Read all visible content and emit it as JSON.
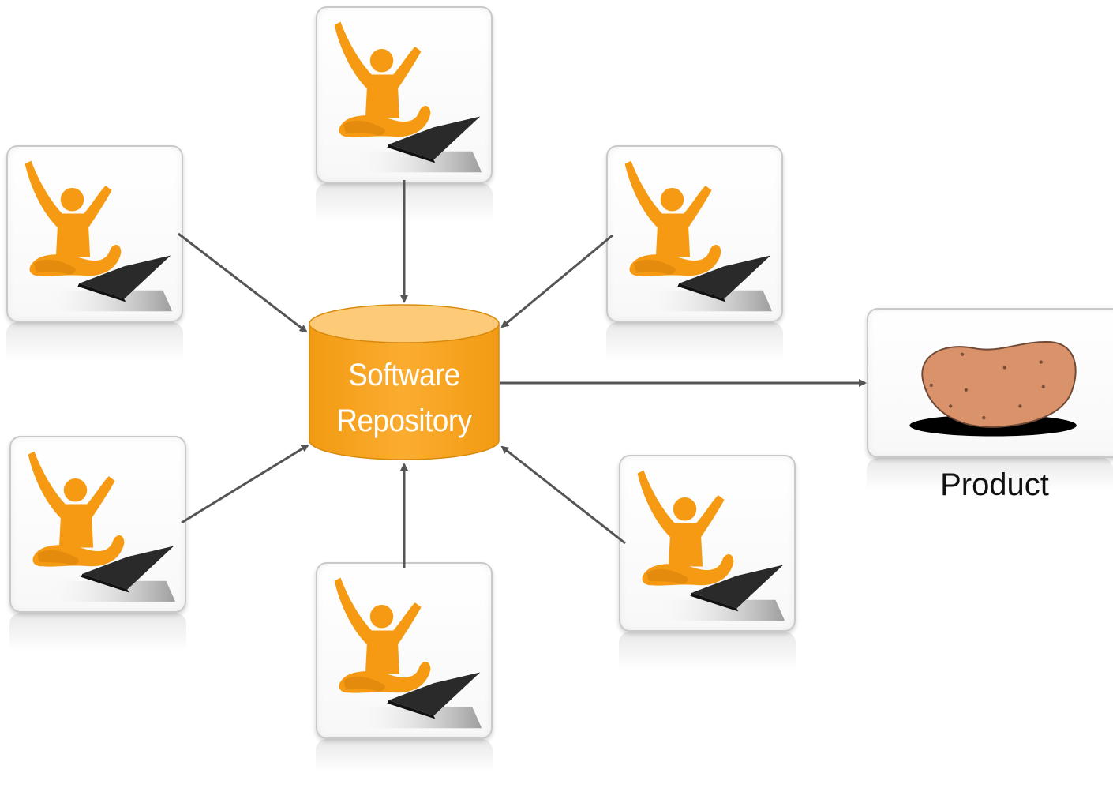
{
  "repository": {
    "line1": "Software",
    "line2": "Repository",
    "fill": "#F9A51E",
    "top_fill": "#FDCB78"
  },
  "product": {
    "label": "Product"
  },
  "developers": [
    {
      "id": "dev-top"
    },
    {
      "id": "dev-upper-left"
    },
    {
      "id": "dev-upper-right"
    },
    {
      "id": "dev-lower-left"
    },
    {
      "id": "dev-lower-right"
    },
    {
      "id": "dev-bottom"
    }
  ],
  "colors": {
    "figure": "#F59A12",
    "arrow": "#555555",
    "potato": "#D9926A",
    "laptop": "#2a2a2a"
  }
}
